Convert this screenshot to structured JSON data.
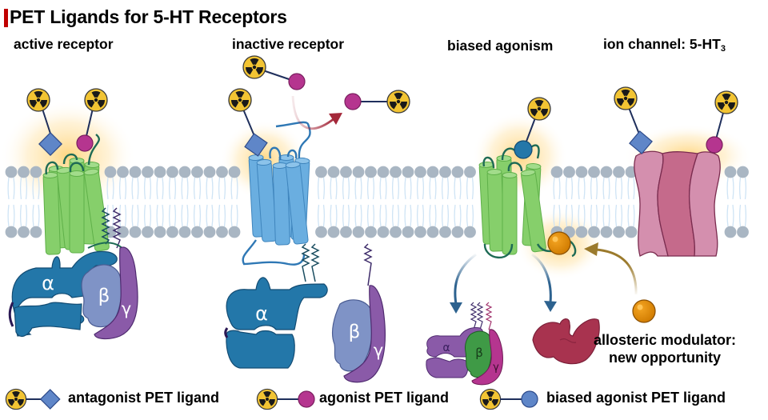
{
  "title": "PET Ligands for 5-HT Receptors",
  "accent_color": "#c00000",
  "panels": [
    {
      "id": "active",
      "label": "active receptor",
      "receptor_color": "#86cf6b"
    },
    {
      "id": "inactive",
      "label": "inactive receptor",
      "receptor_color": "#6aaee0"
    },
    {
      "id": "biased",
      "label": "biased agonism",
      "receptor_color": "#86cf6b"
    },
    {
      "id": "ion-channel",
      "label_main": "ion channel: 5-HT",
      "label_sub": "3",
      "receptor_color": "#d48fae"
    }
  ],
  "g_protein": {
    "alpha": "α",
    "beta": "β",
    "gamma": "γ"
  },
  "allosteric": {
    "line1": "allosteric modulator:",
    "line2": "new opportunity",
    "color": "#e08a00"
  },
  "legend": [
    {
      "label": "antagonist PET ligand",
      "shape": "diamond",
      "color": "#5f86c8"
    },
    {
      "label": "agonist PET ligand",
      "shape": "circle",
      "color": "#b5358f"
    },
    {
      "label": "biased agonist PET ligand",
      "shape": "circle",
      "color": "#5f86c8"
    }
  ],
  "icons": {
    "radioactive": "radioactive-trefoil-icon",
    "antagonist": "diamond-icon",
    "agonist": "circle-icon"
  },
  "colors": {
    "radio_fill": "#f2c433",
    "membrane_head": "#a9b6c3",
    "glow": "#ffd27a",
    "galpha": "#2377a9",
    "gbeta": "#7f93c6",
    "ggamma": "#8a5aa8",
    "arrow_red": "#a4283a",
    "arrow_blue": "#2d628f",
    "arrow_gold": "#9b7a2c",
    "arrestin": "#a8334f"
  }
}
